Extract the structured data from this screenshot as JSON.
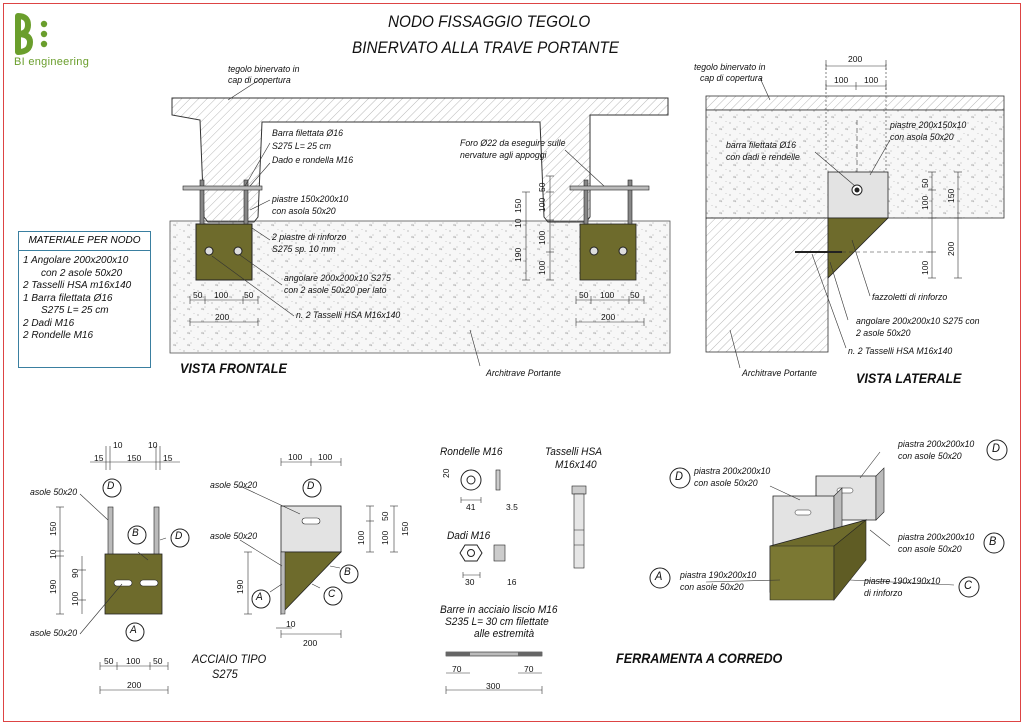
{
  "logo": {
    "brand": "BI engineering",
    "color": "#6a9e2c"
  },
  "title": {
    "line1": "NODO FISSAGGIO TEGOLO",
    "line2": "BINERVATO ALLA TRAVE PORTANTE"
  },
  "front_view": {
    "title": "VISTA FRONTALE",
    "notes": {
      "tegolo": [
        "tegolo binervato in",
        "cap di copertura"
      ],
      "barra": [
        "Barra filettata Ø16",
        "S275 L= 25 cm"
      ],
      "dado": "Dado e rondella M16",
      "piastre": [
        "piastre 150x200x10",
        "con asola 50x20"
      ],
      "foro": [
        "Foro Ø22 da eseguire sulle",
        "nervature agli appoggi"
      ],
      "rinforzo": [
        "2 piastre di rinforzo",
        "S275 sp. 10 mm"
      ],
      "angolare": [
        "angolare 200x200x10 S275",
        "con 2 asole 50x20 per lato"
      ],
      "tasselli": "n. 2 Tasselli HSA M16x140",
      "architrave": "Architrave Portante"
    },
    "dims": {
      "d50a": "50",
      "d100": "100",
      "d50b": "50",
      "d200": "200",
      "v50": "50",
      "v100a": "100",
      "v150": "150",
      "v10": "10",
      "v100b": "100",
      "v100c": "100",
      "v190": "190"
    }
  },
  "side_view": {
    "title": "VISTA LATERALE",
    "notes": {
      "tegolo": [
        "tegolo binervato in",
        "cap di copertura"
      ],
      "piastre": [
        "piastre 200x150x10",
        "con asola 50x20"
      ],
      "barra": [
        "barra filettata Ø16",
        "con dadi e rendelle"
      ],
      "fazzoletti": "fazzoletti di rinforzo",
      "angolare": [
        "angolare 200x200x10 S275 con",
        "2 asole 50x20"
      ],
      "tasselli": "n. 2 Tasselli HSA M16x140",
      "architrave": "Architrave Portante"
    },
    "dims": {
      "d200": "200",
      "d100a": "100",
      "d100b": "100",
      "v50": "50",
      "v100": "100",
      "v150": "150",
      "v100b": "100",
      "v200": "200"
    }
  },
  "materials": {
    "header": "MATERIALE PER NODO",
    "lines": [
      "1 Angolare 200x200x10",
      "   con 2 asole 50x20",
      "2 Tasselli HSA m16x140",
      "1 Barra filettata Ø16",
      "   S275 L= 25 cm",
      "2 Dadi M16",
      "2 Rondelle M16"
    ]
  },
  "detail_a": {
    "labels": {
      "asole_top": "asole 50x20",
      "asole_bottom": "asole 50x20",
      "D": "D",
      "B": "B",
      "A": "A"
    },
    "dims": {
      "t10a": "10",
      "t10b": "10",
      "t15a": "15",
      "t150": "150",
      "t15b": "15",
      "v150": "150",
      "v10": "10",
      "v90": "90",
      "v190": "190",
      "v100": "100",
      "b50a": "50",
      "b100": "100",
      "b50b": "50",
      "b200": "200"
    }
  },
  "detail_b": {
    "labels": {
      "asole_top": "asole 50x20",
      "asole_mid": "asole 50x20",
      "D": "D",
      "B": "B",
      "C": "C",
      "A": "A"
    },
    "dims": {
      "t100a": "100",
      "t100b": "100",
      "r50": "50",
      "r100": "100",
      "r150": "150",
      "r100b": "100",
      "v190": "190",
      "b10": "10",
      "b200": "200"
    },
    "steel": [
      "ACCIAIO TIPO",
      "S275"
    ]
  },
  "hardware": {
    "rondelle": "Rondelle M16",
    "rondelle_dims": {
      "d20": "20",
      "d41": "41",
      "d35": "3.5"
    },
    "tasselli": [
      "Tasselli HSA",
      "M16x140"
    ],
    "dadi": "Dadi M16",
    "dadi_dims": {
      "d30": "30",
      "d16": "16"
    },
    "barre": [
      "Barre in acciaio liscio M16",
      "S235 L= 30 cm filettate",
      "alle estremità"
    ],
    "barre_dims": {
      "d70a": "70",
      "d70b": "70",
      "d300": "300"
    }
  },
  "kit": {
    "title": "FERRAMENTA A CORREDO",
    "labels": {
      "D": [
        "piastra 200x200x10",
        "con asole 50x20"
      ],
      "D2": [
        "piastra 200x200x10",
        "con asole 50x20"
      ],
      "B": [
        "piastra 200x200x10",
        "con asole 50x20"
      ],
      "A": [
        "piastra 190x200x10",
        "con asole 50x20"
      ],
      "C": [
        "piastre 190x190x10",
        "di rinforzo"
      ]
    },
    "letters": {
      "D": "D",
      "D2": "D",
      "B": "B",
      "A": "A",
      "C": "C"
    }
  },
  "colors": {
    "steel_green": "#6e6b2c",
    "steel_light": "#e3e3e3",
    "concrete": "#f4f4f4",
    "frame": "#dd4444"
  }
}
